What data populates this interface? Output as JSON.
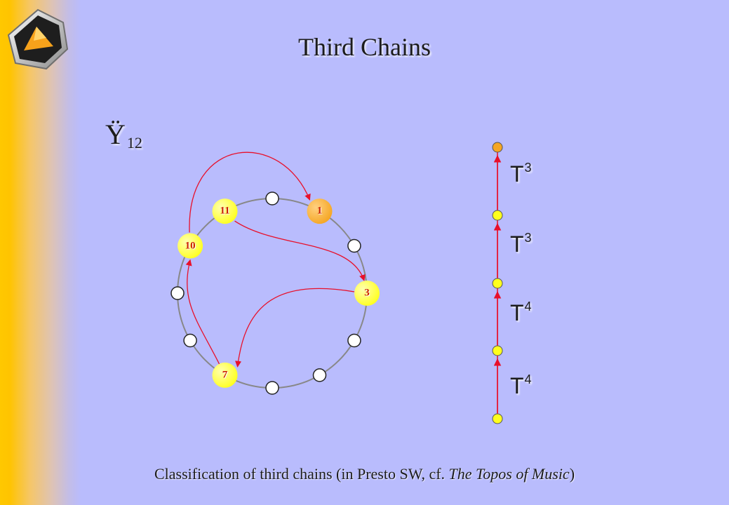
{
  "title": "Third Chains",
  "group": {
    "symbol": "Ÿ",
    "subscript": "12"
  },
  "circle_notes": [
    "1",
    "3",
    "7",
    "10",
    "11"
  ],
  "chain": {
    "labels": [
      {
        "base": "T",
        "sup": "3"
      },
      {
        "base": "T",
        "sup": "3"
      },
      {
        "base": "T",
        "sup": "4"
      },
      {
        "base": "T",
        "sup": "4"
      }
    ]
  },
  "caption": {
    "text": "Classification of third chains (in Presto SW, cf. ",
    "italic": "The Topos of Music",
    "end": ")"
  },
  "colors": {
    "background": "#b9bcfd",
    "arrow": "#e8102a",
    "highlight_yellow": "#ffff1e",
    "highlight_orange": "#f5a623",
    "circle_outline": "#888888"
  },
  "icons": {
    "logo": "presto-logo"
  }
}
